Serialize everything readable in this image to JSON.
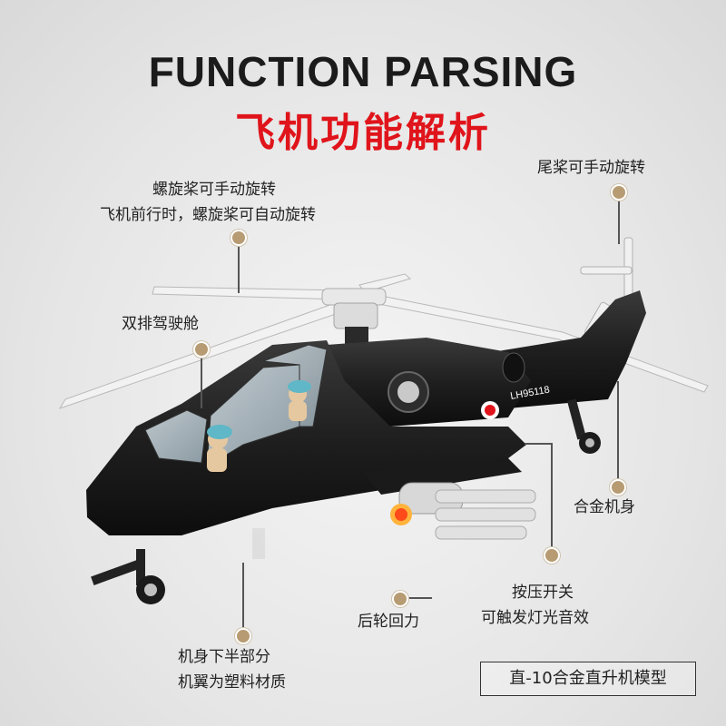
{
  "header": {
    "title_en": "FUNCTION PARSING",
    "title_cn": "飞机功能解析"
  },
  "annotations": {
    "rotor_line1": "螺旋桨可手动旋转",
    "rotor_line2": "飞机前行时，螺旋桨可自动旋转",
    "tail_rotor": "尾桨可手动旋转",
    "cockpit": "双排驾驶舱",
    "alloy_body": "合金机身",
    "switch_line1": "按压开关",
    "switch_line2": "可触发灯光音效",
    "rear_wheel": "后轮回力",
    "lower_line1": "机身下半部分",
    "lower_line2": "机翼为塑料材质"
  },
  "product": {
    "model_name": "直-10合金直升机模型",
    "tail_marking": "LH95118"
  },
  "colors": {
    "accent": "#e0141b",
    "dot": "#b79b72",
    "body": "#1e1e1e"
  }
}
